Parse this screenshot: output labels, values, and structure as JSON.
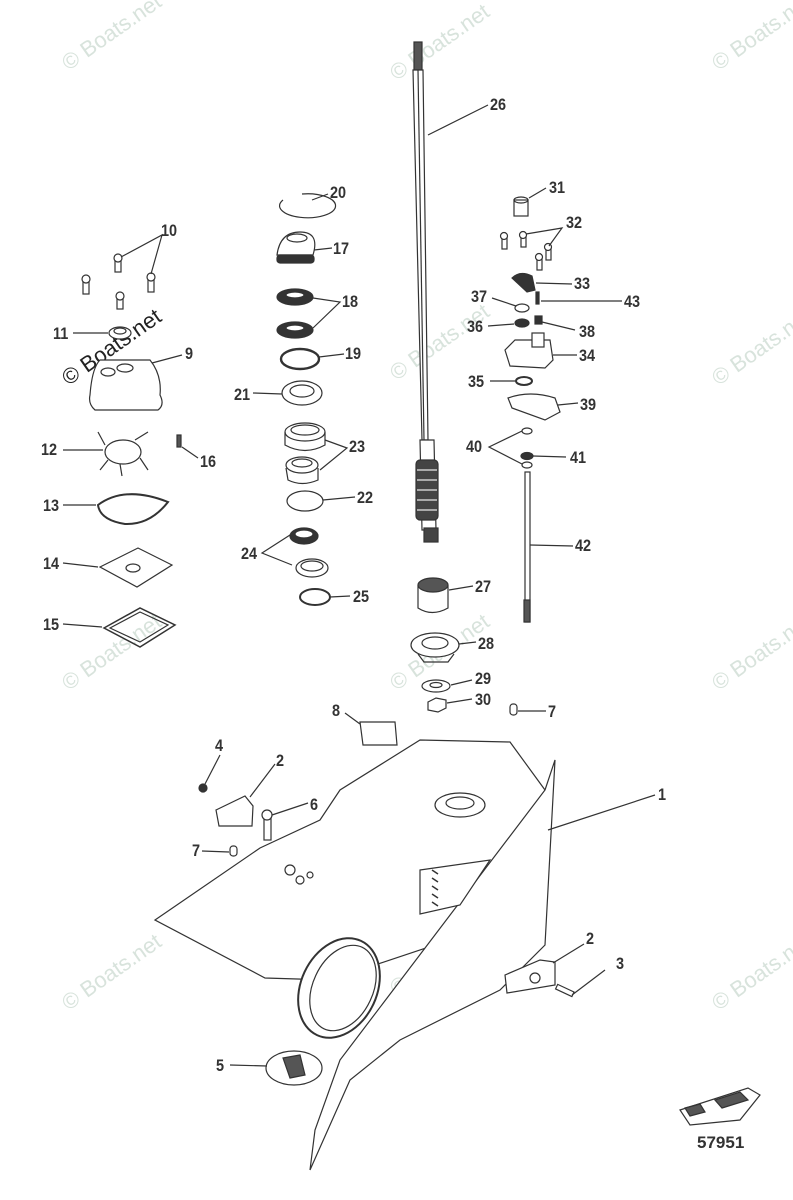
{
  "diagram": {
    "type": "exploded parts diagram",
    "subject": "Gearcase housing, driveshaft and water pump components",
    "figure_number": "57951",
    "watermark": "© Boats.net",
    "line_color": "#333333",
    "watermark_color": "#d8e3dc"
  },
  "callouts": [
    {
      "id": "c1",
      "label": "1",
      "part": "gearcase-housing"
    },
    {
      "id": "c2a",
      "label": "2",
      "part": "anode-upper"
    },
    {
      "id": "c2b",
      "label": "2",
      "part": "anode-lower"
    },
    {
      "id": "c3",
      "label": "3",
      "part": "anode-screw"
    },
    {
      "id": "c4",
      "label": "4",
      "part": "plug"
    },
    {
      "id": "c5",
      "label": "5",
      "part": "drain-screen"
    },
    {
      "id": "c6",
      "label": "6",
      "part": "bolt"
    },
    {
      "id": "c7a",
      "label": "7",
      "part": "dowel-pin-left"
    },
    {
      "id": "c7b",
      "label": "7",
      "part": "dowel-pin-right"
    },
    {
      "id": "c8",
      "label": "8",
      "part": "water-tube-seal"
    },
    {
      "id": "c9",
      "label": "9",
      "part": "water-pump-housing"
    },
    {
      "id": "c10",
      "label": "10",
      "part": "screws"
    },
    {
      "id": "c11",
      "label": "11",
      "part": "grommet"
    },
    {
      "id": "c12",
      "label": "12",
      "part": "impeller"
    },
    {
      "id": "c13",
      "label": "13",
      "part": "gasket-upper"
    },
    {
      "id": "c14",
      "label": "14",
      "part": "face-plate"
    },
    {
      "id": "c15",
      "label": "15",
      "part": "gasket-lower"
    },
    {
      "id": "c16",
      "label": "16",
      "part": "key"
    },
    {
      "id": "c17",
      "label": "17",
      "part": "bearing-carrier"
    },
    {
      "id": "c18",
      "label": "18",
      "part": "oil-seals"
    },
    {
      "id": "c19",
      "label": "19",
      "part": "o-ring"
    },
    {
      "id": "c20",
      "label": "20",
      "part": "retaining-ring"
    },
    {
      "id": "c21",
      "label": "21",
      "part": "retainer-nut"
    },
    {
      "id": "c22",
      "label": "22",
      "part": "o-ring-2"
    },
    {
      "id": "c23",
      "label": "23",
      "part": "bearing-cup-cone"
    },
    {
      "id": "c24",
      "label": "24",
      "part": "tapered-bearing"
    },
    {
      "id": "c25",
      "label": "25",
      "part": "shim"
    },
    {
      "id": "c26",
      "label": "26",
      "part": "driveshaft"
    },
    {
      "id": "c27",
      "label": "27",
      "part": "needle-bearing"
    },
    {
      "id": "c28",
      "label": "28",
      "part": "pinion-gear"
    },
    {
      "id": "c29",
      "label": "29",
      "part": "washer"
    },
    {
      "id": "c30",
      "label": "30",
      "part": "pinion-nut"
    },
    {
      "id": "c31",
      "label": "31",
      "part": "bushing"
    },
    {
      "id": "c32",
      "label": "32",
      "part": "screws-2"
    },
    {
      "id": "c33",
      "label": "33",
      "part": "retainer"
    },
    {
      "id": "c34",
      "label": "34",
      "part": "shift-shaft-bushing"
    },
    {
      "id": "c35",
      "label": "35",
      "part": "o-ring-3"
    },
    {
      "id": "c36",
      "label": "36",
      "part": "oil-seal-2"
    },
    {
      "id": "c37",
      "label": "37",
      "part": "o-ring-4"
    },
    {
      "id": "c38",
      "label": "38",
      "part": "nut"
    },
    {
      "id": "c39",
      "label": "39",
      "part": "gasket-3"
    },
    {
      "id": "c40",
      "label": "40",
      "part": "washers"
    },
    {
      "id": "c41",
      "label": "41",
      "part": "e-ring"
    },
    {
      "id": "c42",
      "label": "42",
      "part": "shift-shaft"
    },
    {
      "id": "c43",
      "label": "43",
      "part": "screw-2"
    }
  ]
}
